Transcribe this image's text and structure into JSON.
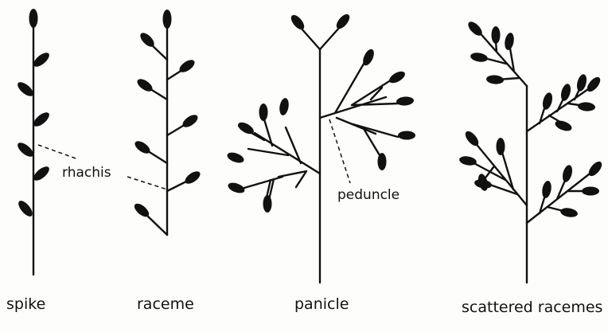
{
  "diagram": {
    "labels": {
      "spike": "spike",
      "raceme": "raceme",
      "panicle": "panicle",
      "scattered": "scattered racemes",
      "rhachis": "rhachis",
      "peduncle": "peduncle"
    }
  }
}
